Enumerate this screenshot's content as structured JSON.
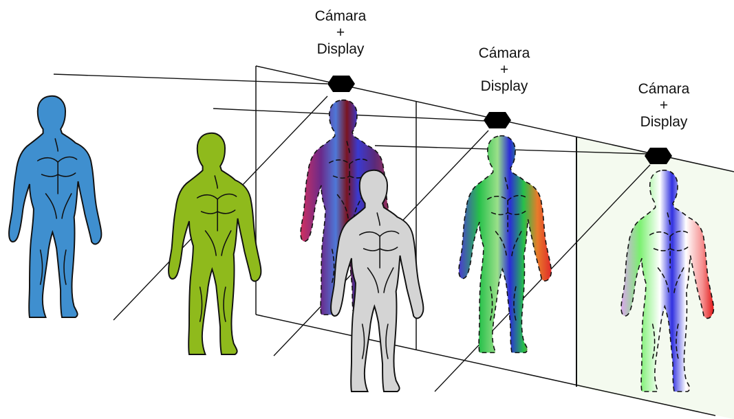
{
  "stations": [
    {
      "label_camera": "Cámara",
      "label_plus": "+",
      "label_display": "Display"
    },
    {
      "label_camera": "Cámara",
      "label_plus": "+",
      "label_display": "Display"
    },
    {
      "label_camera": "Cámara",
      "label_plus": "+",
      "label_display": "Display"
    }
  ],
  "colors": {
    "person_blue": "#3f8fcf",
    "person_green": "#8fba1c",
    "person_gray": "#d4d4d4",
    "outline": "#111111",
    "camera": "#000000",
    "third_panel_tint": "#f3f9ee"
  },
  "icons": {
    "camera_unit": "hexagon-camera-icon"
  }
}
